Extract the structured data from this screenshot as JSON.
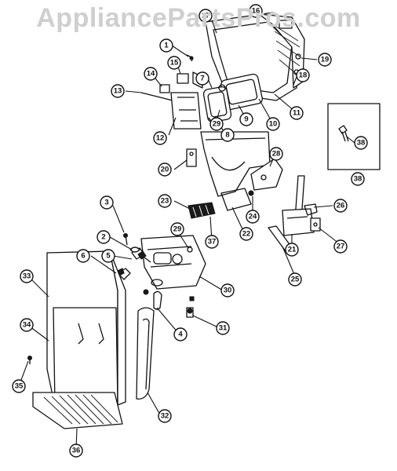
{
  "watermark": "AppliancePartsPros.com",
  "inset_label": "38",
  "callouts": [
    "1",
    "2",
    "3",
    "4",
    "5",
    "6",
    "7",
    "8",
    "9",
    "10",
    "11",
    "12",
    "13",
    "14",
    "15",
    "16",
    "17",
    "18",
    "19",
    "20",
    "21",
    "22",
    "23",
    "24",
    "25",
    "26",
    "27",
    "28",
    "29",
    "29",
    "30",
    "31",
    "32",
    "33",
    "34",
    "35",
    "36",
    "37",
    "38"
  ]
}
